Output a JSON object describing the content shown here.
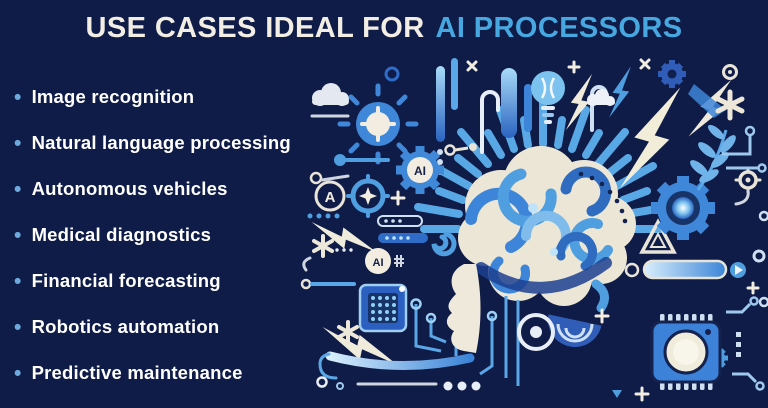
{
  "title": {
    "prefix": "USE CASES IDEAL FOR",
    "highlight": "AI PROCESSORS"
  },
  "list": {
    "bullet": "•",
    "items": [
      "Image recognition",
      "Natural language processing",
      "Autonomous vehicles",
      "Medical diagnostics",
      "Financial forecasting",
      "Robotics automation",
      "Predictive maintenance"
    ]
  },
  "illustration": {
    "description": "Stylized AI brain with sunburst rays surrounded by circuit traces, gears, lightning bolts, microchips, lightbulb and tech icons",
    "badges": {
      "ai_gear": "AI",
      "ai_circle": "AI",
      "a_circle": "A"
    }
  },
  "colors": {
    "background": "#0f1c47",
    "title_text": "#f2eee4",
    "title_highlight": "#47a7e0",
    "bullet": "#6ca9dd",
    "list_text": "#ffffff",
    "accent_blue": "#4f9fe0",
    "accent_deep_blue": "#2a63c0",
    "accent_cream": "#f0ead9"
  }
}
